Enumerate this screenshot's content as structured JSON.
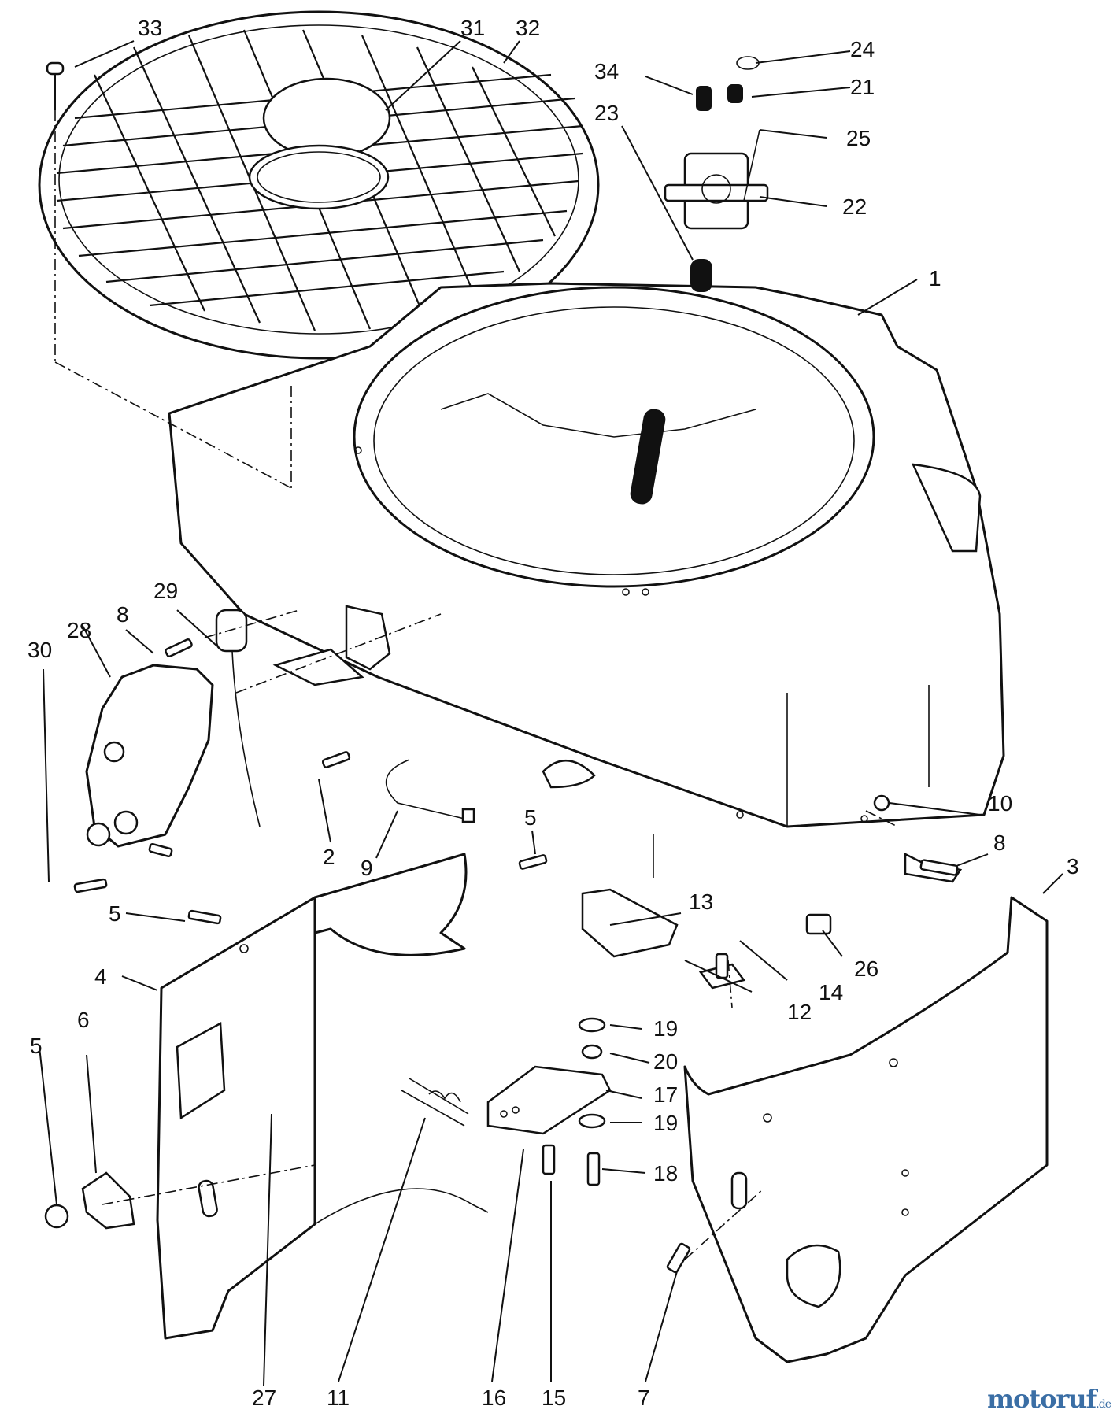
{
  "callouts": [
    "1",
    "2",
    "3",
    "4",
    "5",
    "5",
    "5",
    "6",
    "7",
    "8",
    "8",
    "9",
    "10",
    "11",
    "12",
    "13",
    "14",
    "15",
    "16",
    "17",
    "18",
    "19",
    "19",
    "20",
    "21",
    "22",
    "23",
    "24",
    "25",
    "26",
    "27",
    "28",
    "29",
    "30",
    "31",
    "32",
    "33",
    "34"
  ],
  "watermark": {
    "part1": "motoruf",
    "part2": "",
    "suffix": ".de"
  }
}
